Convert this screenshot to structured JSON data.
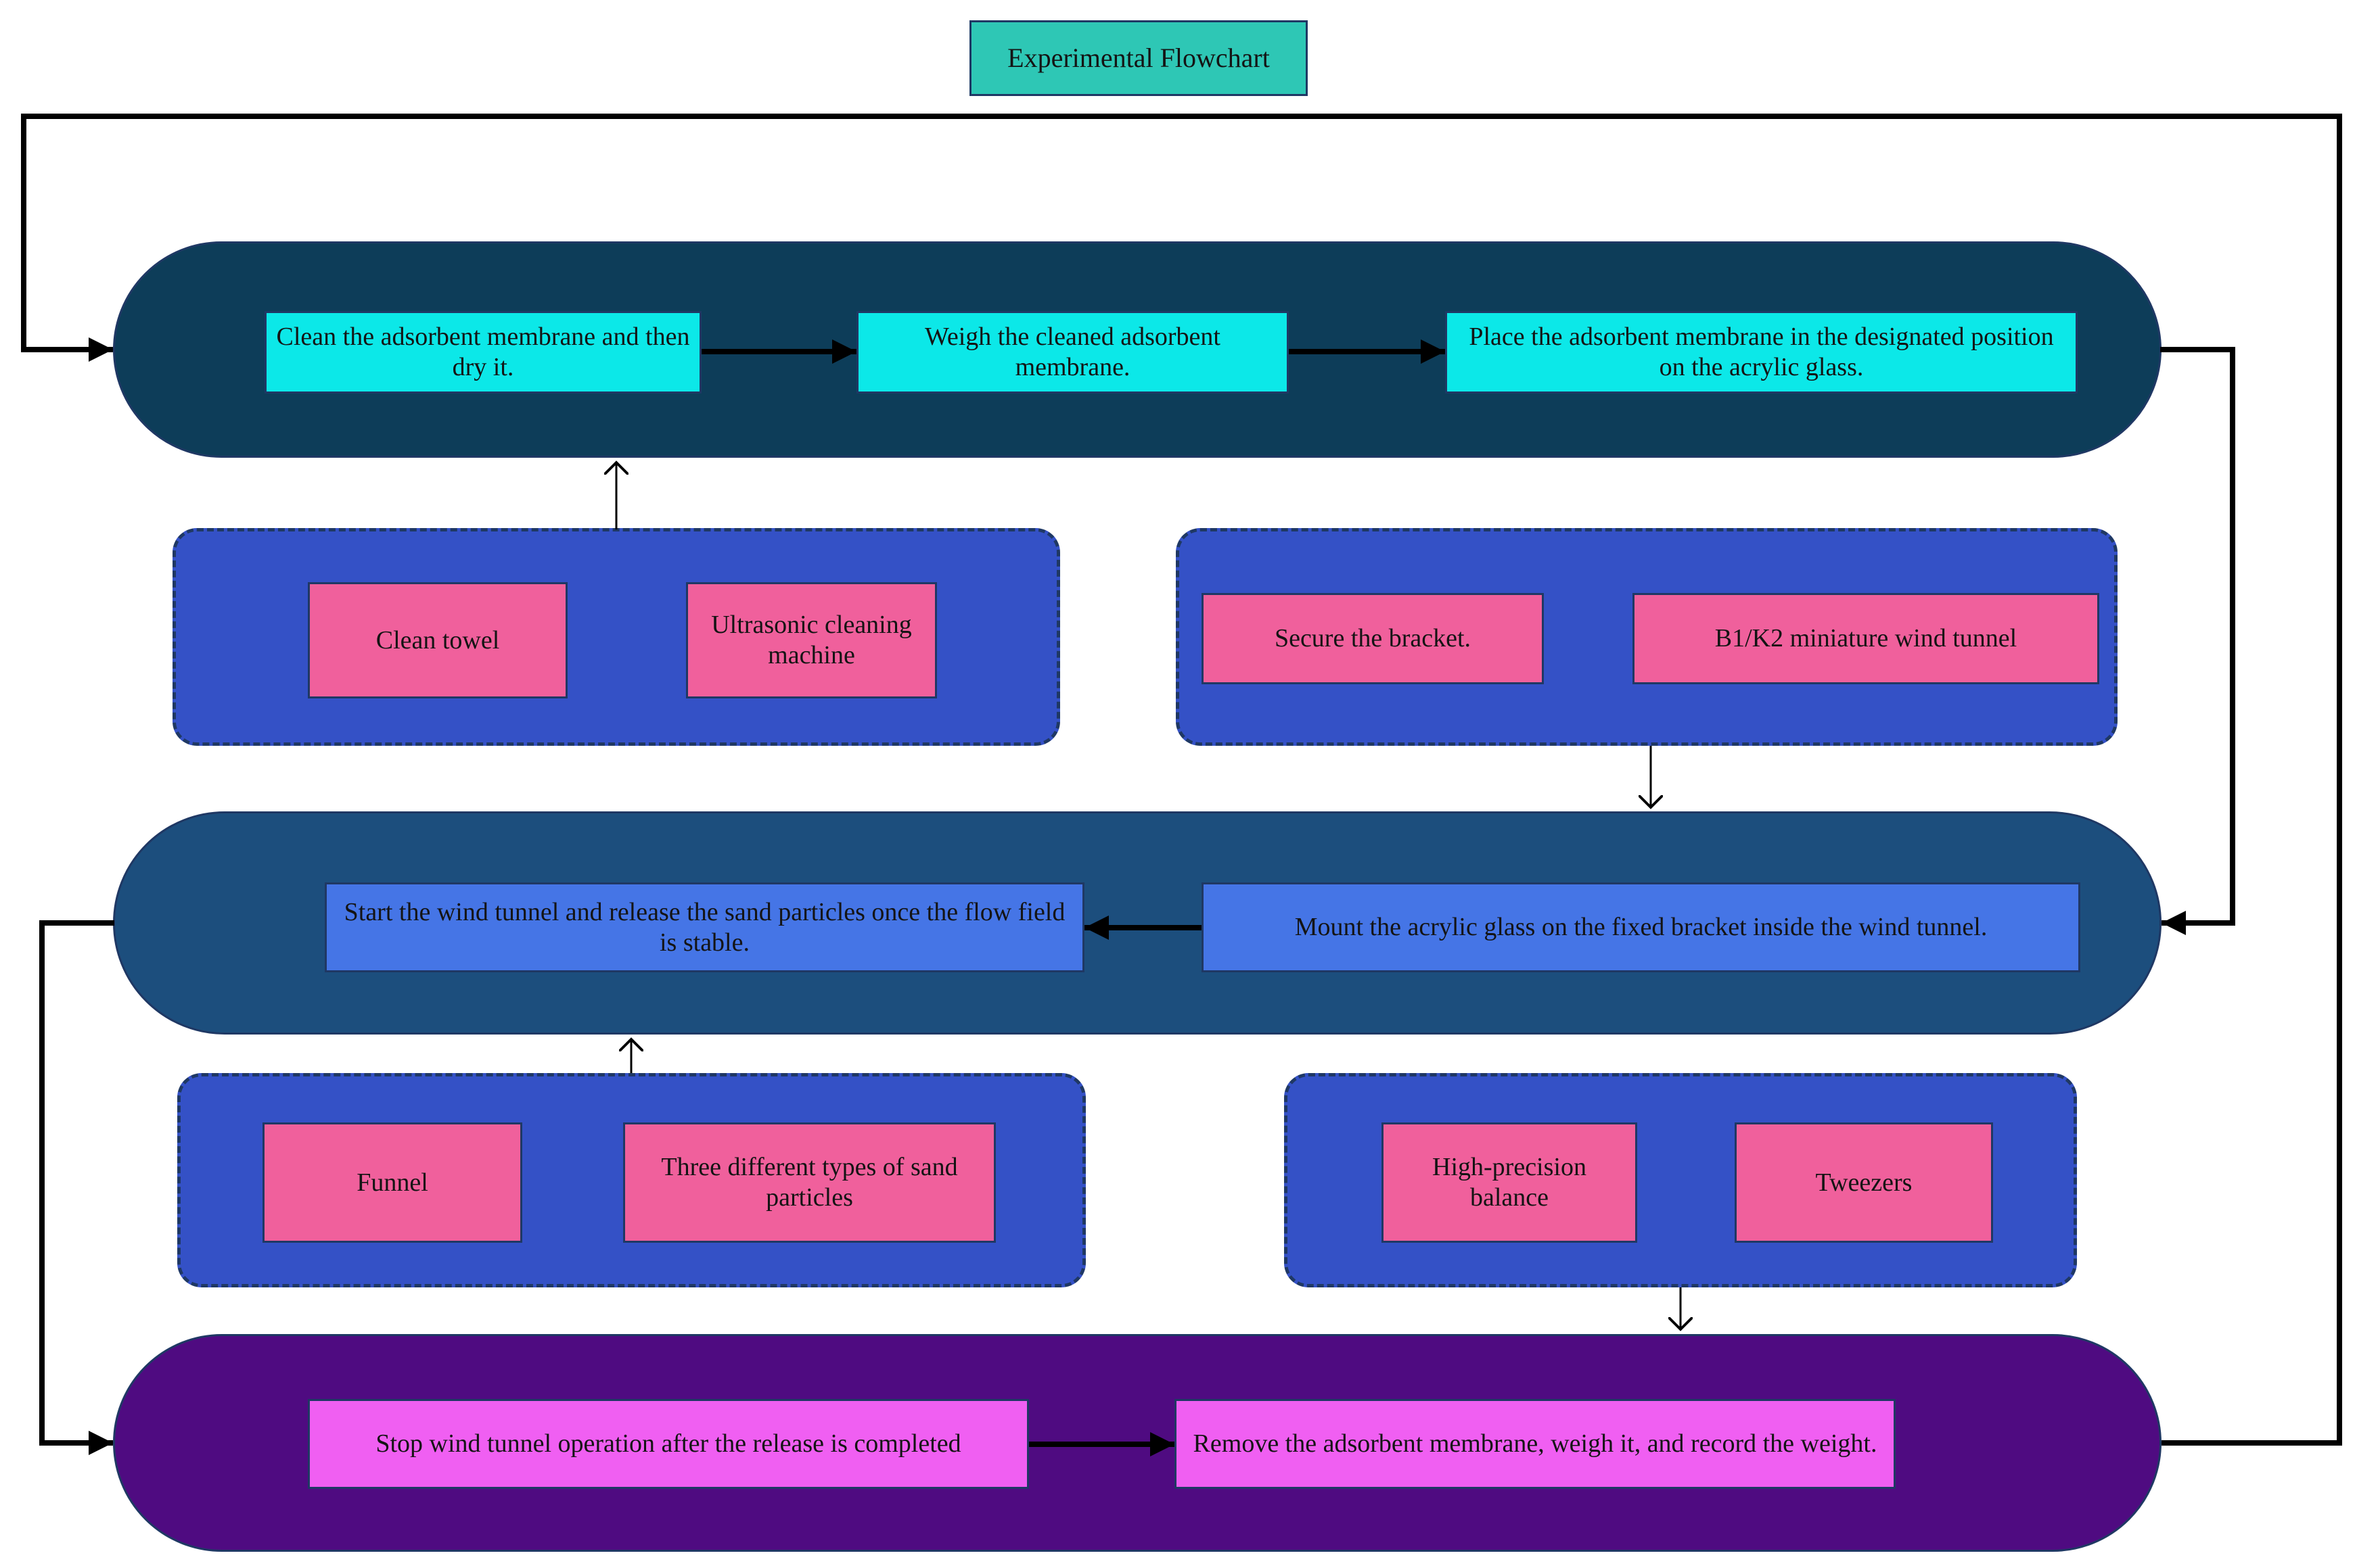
{
  "title": "Experimental Flowchart",
  "stage1": {
    "steps": [
      "Clean the adsorbent membrane and then dry it.",
      "Weigh the cleaned adsorbent membrane.",
      "Place the adsorbent membrane in the designated position on the acrylic glass."
    ]
  },
  "tools_cleaning": {
    "items": [
      "Clean towel",
      "Ultrasonic cleaning machine"
    ]
  },
  "tools_windtunnel": {
    "items": [
      "Secure the bracket.",
      "B1/K2 miniature wind tunnel"
    ]
  },
  "stage2": {
    "steps": [
      "Start the wind tunnel and release the sand particles once the flow field is stable.",
      "Mount the acrylic glass on the fixed bracket inside the wind tunnel."
    ]
  },
  "tools_sand": {
    "items": [
      "Funnel",
      "Three different types of sand particles"
    ]
  },
  "tools_weighing": {
    "items": [
      "High-precision balance",
      "Tweezers"
    ]
  },
  "stage3": {
    "steps": [
      "Stop wind tunnel operation after the release is completed",
      "Remove the adsorbent membrane, weigh it, and record the weight."
    ]
  },
  "colors": {
    "teal": "#2EC7B5",
    "cyan": "#0CE8E8",
    "navy": "#0D3D59",
    "midblue": "#1C4E7D",
    "purple": "#4F0B81",
    "royal": "#3451C6",
    "pink": "#F0609C",
    "boxblue": "#4575E6",
    "magenta": "#F05FF2",
    "edge": "#1F3864",
    "line": "#000000"
  }
}
